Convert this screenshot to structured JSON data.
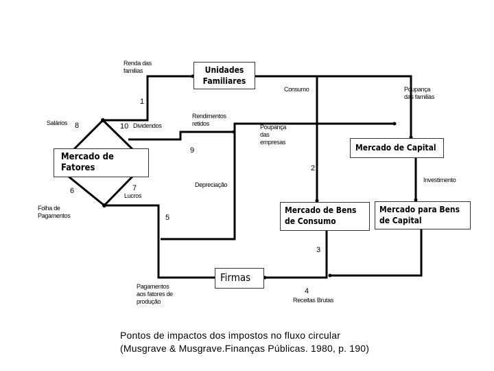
{
  "boxes": {
    "unidades_familiares": "Unidades Familiares",
    "mercado_fatores": "Mercado de Fatores",
    "mercado_capital": "Mercado de Capital",
    "mercado_bens_consumo": "Mercado de Bens de Consumo",
    "mercado_bens_capital": "Mercado para Bens de Capital",
    "firmas": "Firmas"
  },
  "labels": {
    "renda": "Renda das familias",
    "consumo": "Consumo",
    "poupanca_familias": "Poupança das familias",
    "rendimentos_retidos": "Rendimentos retidos",
    "poupanca_empresas": "Poupança das empresas",
    "salarios": "Salários",
    "dividendos": "Dividendos",
    "depreciacao": "Depreciação",
    "investimento": "Investimento",
    "lucros": "Lucros",
    "folha": "Folha de Pagamentos",
    "pagamentos": "Pagamentos aos fatores de produção",
    "receitas": "Receitas Brutas"
  },
  "numbers": [
    "1",
    "2",
    "3",
    "4",
    "5",
    "6",
    "7",
    "8",
    "9",
    "10"
  ],
  "caption": {
    "line1": "Pontos de impactos dos impostos no fluxo circular",
    "line2": "(Musgrave & Musgrave.Finanças Públicas. 1980, p. 190)"
  }
}
